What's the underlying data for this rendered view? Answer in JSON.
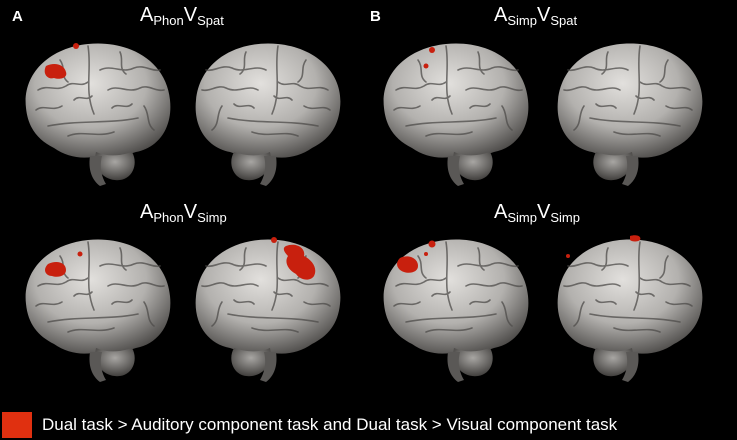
{
  "panels": [
    {
      "letter": "A",
      "top": {
        "pre": "A",
        "sub1": "Phon",
        "mid": "V",
        "sub2": "Spat"
      },
      "bottom": {
        "pre": "A",
        "sub1": "Phon",
        "mid": "V",
        "sub2": "Simp"
      }
    },
    {
      "letter": "B",
      "top": {
        "pre": "A",
        "sub1": "Simp",
        "mid": "V",
        "sub2": "Spat"
      },
      "bottom": {
        "pre": "A",
        "sub1": "Simp",
        "mid": "V",
        "sub2": "Simp"
      }
    }
  ],
  "legend": {
    "swatch_color": "#e03010",
    "text": "Dual task > Auditory component task and Dual task > Visual component task"
  },
  "colors": {
    "background": "#000000",
    "activation": "#c8200e",
    "brain_surface": "#b8b6b4"
  }
}
